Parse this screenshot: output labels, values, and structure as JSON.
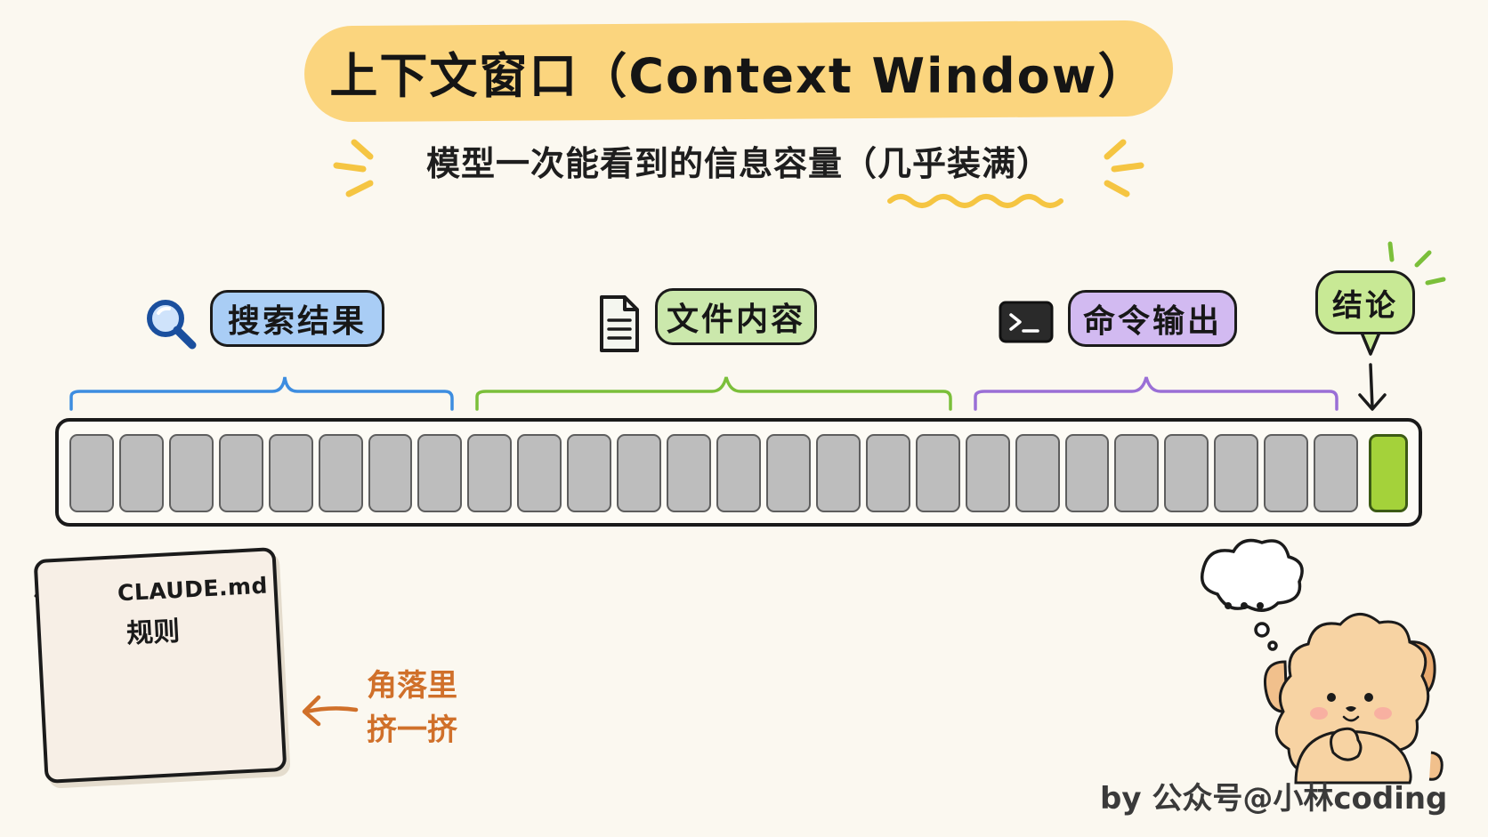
{
  "title": "上下文窗口（Context Window）",
  "subtitle": "模型一次能看到的信息容量（几乎装满）",
  "segments": {
    "search": {
      "label": "搜索结果",
      "color": "#a9cdf5",
      "icon": "magnifier-icon"
    },
    "file": {
      "label": "文件内容",
      "color": "#cbe8ac",
      "icon": "document-icon"
    },
    "command": {
      "label": "命令输出",
      "color": "#d2baf1",
      "icon": "terminal-icon"
    },
    "conclusion": {
      "label": "结论",
      "color": "#c8e995"
    }
  },
  "token_bar": {
    "total_blocks": 27,
    "conclusion_blocks": 1,
    "filled_color": "#bdbdbd",
    "conclusion_color": "#a4d23a"
  },
  "rules_card": {
    "title": "CLAUDE.md",
    "subtitle": "规则",
    "icon": "gear-icon"
  },
  "corner_note": {
    "line1": "角落里",
    "line2": "挤一挤"
  },
  "credit": "by 公众号@小林coding"
}
